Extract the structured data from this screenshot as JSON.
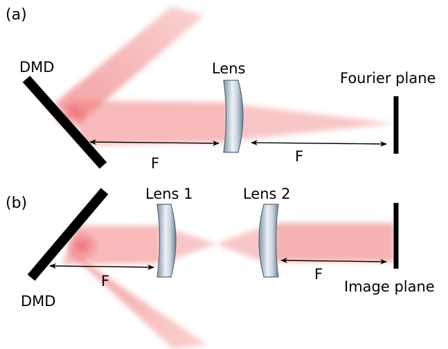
{
  "panel_a": {
    "tag": "(a)",
    "dmd_label": "DMD",
    "lens_label": "Lens",
    "plane_label": "Fourier plane",
    "distance_label_1": "F",
    "distance_label_2": "F"
  },
  "panel_b": {
    "tag": "(b)",
    "dmd_label": "DMD",
    "lens1_label": "Lens 1",
    "lens2_label": "Lens 2",
    "plane_label": "Image plane",
    "distance_label_1": "F",
    "distance_label_2": "F"
  },
  "colors": {
    "beam": "#f08080",
    "element": "#000000",
    "lens_dark": "#7f93a6",
    "lens_light": "#eef2f6"
  }
}
